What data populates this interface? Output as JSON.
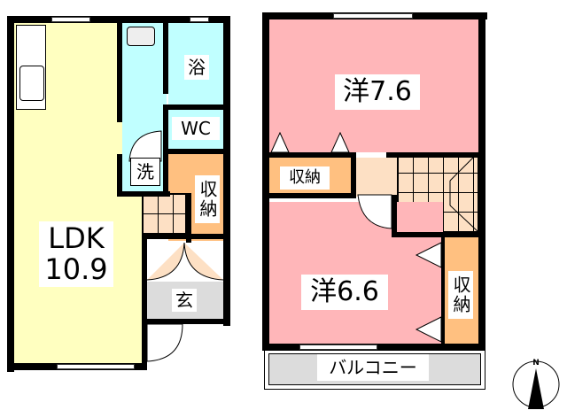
{
  "floor1": {
    "ldk": {
      "name": "LDK",
      "size": "10.9"
    },
    "bath": "浴",
    "wc": "WC",
    "washer": "洗",
    "storage": "収納",
    "entrance": "玄"
  },
  "floor2": {
    "room_north": {
      "label": "洋7.6"
    },
    "room_south": {
      "label": "洋6.6"
    },
    "storage_center": "収納",
    "storage_east": "収納",
    "balcony": "バルコニー"
  },
  "compass": {
    "label": "N"
  },
  "colors": {
    "ldk": "#ffffc0",
    "wet_area": "#c0ffff",
    "storage": "#ffc080",
    "western_room": "#ffb6b9",
    "stairs_hall": "#fde0c4",
    "entrance": "#dcdcdc",
    "balcony": "#dcdcdc",
    "wall": "#000000"
  }
}
